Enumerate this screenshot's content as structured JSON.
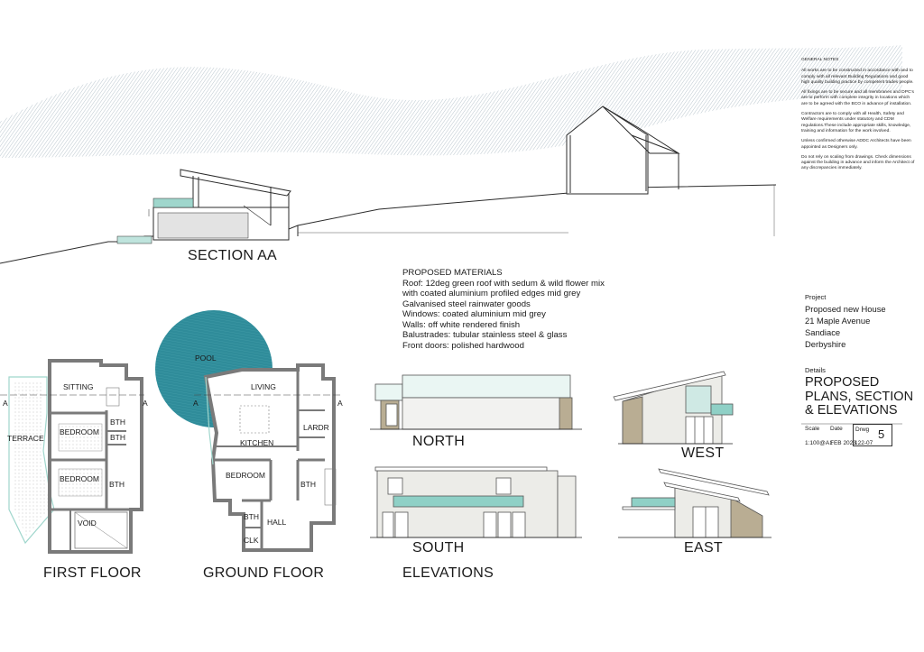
{
  "section": {
    "title": "SECTION AA"
  },
  "general_notes": {
    "heading": "GENERAL NOTES",
    "paragraphs": [
      "All works are to be constructed in accordance with and to comply with all relevant Building Regulations and good high quality building practice by competent trades people.",
      "All fixings are to be secure and all membranes and DPC's are to perform with complete integrity in locations which are to be agreed with the BCO in advance pf installation.",
      "Contractors are to comply with all Health, Safety and Welfare requirements under statutory and CDM regulations.These include appropriate skills, knowledge, training and information for the work involved.",
      "Unless confirmed otherwise ADDC Architects have been appointed as Designers only.",
      "Do not rely on scaling from drawings. Check dimensions against the building in advance and inform the Architect of any discrepancies immediately."
    ]
  },
  "materials": {
    "heading": "PROPOSED MATERIALS",
    "lines": [
      "Roof:  12deg green roof with sedum & wild flower mix",
      "with coated aluminium profiled edges mid grey",
      "Galvanised steel rainwater goods",
      "Windows: coated aluminium mid grey",
      "Walls:  off white rendered finish",
      "Balustrades:  tubular stainless steel & glass",
      "Front doors:  polished hardwood"
    ]
  },
  "project": {
    "label": "Project",
    "lines": [
      "Proposed new House",
      "21 Maple Avenue",
      "Sandiace",
      "Derbyshire"
    ]
  },
  "details": {
    "label": "Details",
    "title_lines": [
      "PROPOSED",
      "PLANS, SECTION",
      "& ELEVATIONS"
    ],
    "scale_label": "Scale",
    "scale_value": "1:100@A1",
    "date_label": "Date",
    "date_value": "FEB 2023",
    "drwg_label": "Drwg",
    "drwg_number": "122-07",
    "drwg_sheet": "5"
  },
  "plans": {
    "first_floor": {
      "title": "FIRST FLOOR",
      "rooms": [
        "SITTING",
        "BTH",
        "BTH",
        "BEDROOM",
        "BEDROOM",
        "BTH",
        "VOID",
        "TERRACE"
      ],
      "section_marks": [
        "A",
        "A"
      ]
    },
    "ground_floor": {
      "title": "GROUND FLOOR",
      "rooms": [
        "POOL",
        "LIVING",
        "LARDR",
        "KITCHEN",
        "BEDROOM",
        "BTH",
        "BTH",
        "HALL",
        "CLK"
      ],
      "section_marks": [
        "A",
        "A"
      ]
    }
  },
  "elevations": {
    "title": "ELEVATIONS",
    "north": "NORTH",
    "west": "WEST",
    "south": "SOUTH",
    "east": "EAST"
  },
  "colors": {
    "line": "#2b2b2b",
    "wall": "#7a7a7a",
    "teal": "#8fd0c6",
    "pool": "#2f8c9a",
    "render": "#ecece8",
    "stone": "#b9ad93",
    "mesh": "#b9c4cc"
  }
}
